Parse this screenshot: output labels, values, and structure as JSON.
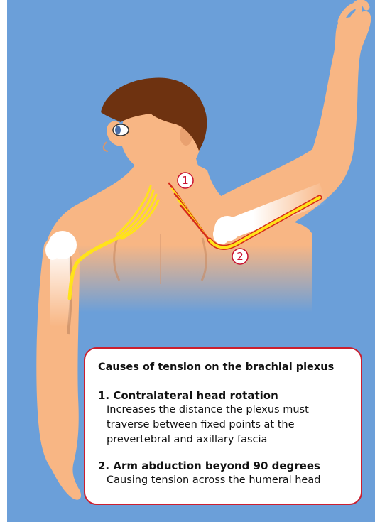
{
  "markers": [
    {
      "label": "1"
    },
    {
      "label": "2"
    }
  ],
  "info_box": {
    "title": "Causes of tension on the brachial plexus",
    "causes": [
      {
        "title": "1. Contralateral head rotation",
        "description": "Increases the distance the plexus must traverse between fixed points at the prevertebral and axillary fascia"
      },
      {
        "title": "2. Arm abduction beyond 90 degrees",
        "description": "Causing tension across the humeral head"
      }
    ]
  },
  "colors": {
    "background": "#6b9fd9",
    "skin": "#f8b684",
    "hair": "#6e3210",
    "nerve": "#ffe31a",
    "nerve_tension": "#d62a1a",
    "bone": "#ffffff",
    "accent": "#cc1f2e"
  }
}
